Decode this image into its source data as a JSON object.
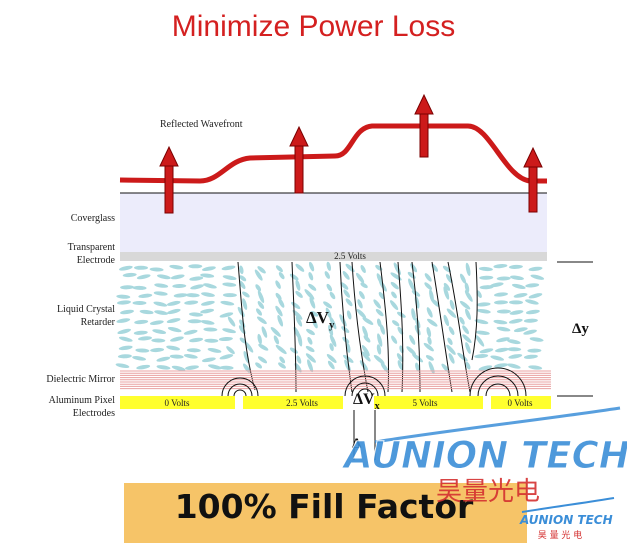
{
  "title": "Minimize Power Loss",
  "wavefront_label": "Reflected Wavefront",
  "layer_labels": {
    "coverglass": "Coverglass",
    "transparent_electrode": [
      "Transparent",
      "Electrode"
    ],
    "liquid_crystal": [
      "Liquid Crystal",
      "Retarder"
    ],
    "dielectric_mirror": "Dielectric Mirror",
    "aluminum_pixel": [
      "Aluminum Pixel",
      "Electrodes"
    ]
  },
  "electrode_voltage": "2.5 Volts",
  "pixel_voltages": [
    "0 Volts",
    "2.5 Volts",
    "5 Volts",
    "0 Volts"
  ],
  "delta_vy": "ΔV",
  "delta_vy_sub": "y",
  "delta_vx": "ΔV",
  "delta_vx_sub": "x",
  "delta_y": "Δy",
  "delta_partial": "Δ",
  "watermark": {
    "main": "AUNION TECH",
    "chinese": "昊量光电",
    "small": "AUNION TECH",
    "small_chinese": "昊 量 光 电"
  },
  "banner_text": "100% Fill Factor",
  "colors": {
    "title": "#d42020",
    "wavefront": "#cc1a1a",
    "electrode_yellow": "#ffff2e",
    "mirror": "#e8a0a0",
    "crystal": "#a8d8de",
    "coverglass": "#ececfb",
    "banner": "#f6c468",
    "watermark_blue": "#3b8ed8",
    "watermark_red": "#d43030"
  }
}
